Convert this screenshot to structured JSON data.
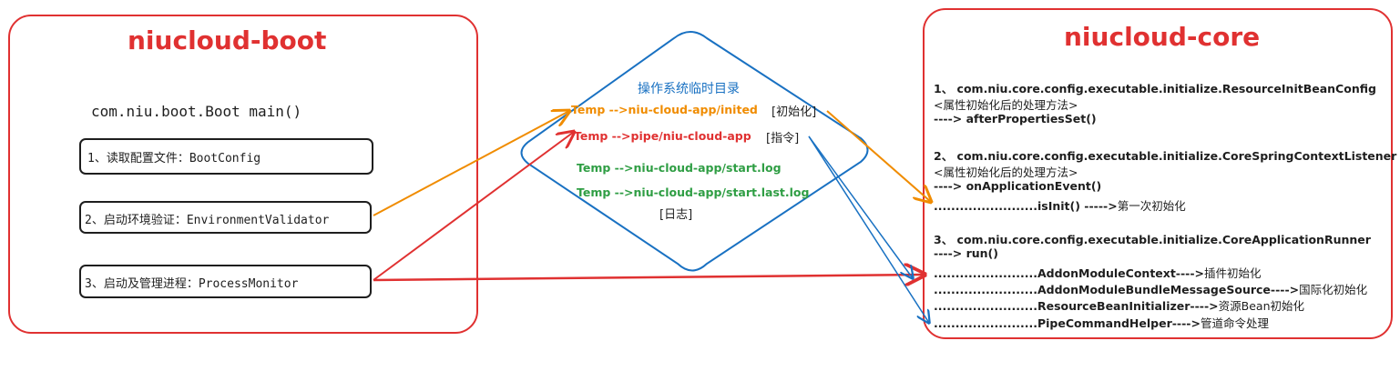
{
  "colors": {
    "red": "#e03131",
    "orange": "#f08c00",
    "green": "#2f9e44",
    "blue": "#1971c2"
  },
  "boot": {
    "title": "niucloud-boot",
    "main": "com.niu.boot.Boot main()",
    "steps": [
      "1、读取配置文件：BootConfig",
      "2、启动环境验证：EnvironmentValidator",
      "3、启动及管理进程：ProcessMonitor"
    ]
  },
  "tempdir": {
    "label": "操作系统临时目录",
    "inited": {
      "path": "Temp -->niu-cloud-app/inited",
      "tag": "[初始化]"
    },
    "pipe": {
      "path": "Temp -->pipe/niu-cloud-app",
      "tag": "[指令]"
    },
    "log1": "Temp -->niu-cloud-app/start.log",
    "log2": "Temp -->niu-cloud-app/start.last.log",
    "log_tag": "[日志]"
  },
  "core": {
    "title": "niucloud-core",
    "s1": {
      "head": "1、 com.niu.core.config.executable.initialize.ResourceInitBeanConfig",
      "desc": "<属性初始化后的处理方法>",
      "call": "----> afterPropertiesSet()"
    },
    "s2": {
      "head": "2、 com.niu.core.config.executable.initialize.CoreSpringContextListener",
      "desc": "<属性初始化后的处理方法>",
      "call": "----> onApplicationEvent()",
      "sub": "........................isInit() ----->",
      "sub_note": "第一次初始化"
    },
    "s3": {
      "head": "3、 com.niu.core.config.executable.initialize.CoreApplicationRunner",
      "call": "----> run()",
      "items": [
        {
          "name": "........................AddonModuleContext---->",
          "note": "插件初始化"
        },
        {
          "name": "........................AddonModuleBundleMessageSource---->",
          "note": "国际化初始化"
        },
        {
          "name": "........................ResourceBeanInitializer---->",
          "note": "资源Bean初始化"
        },
        {
          "name": "........................PipeCommandHelper---->",
          "note": "管道命令处理"
        }
      ]
    }
  }
}
